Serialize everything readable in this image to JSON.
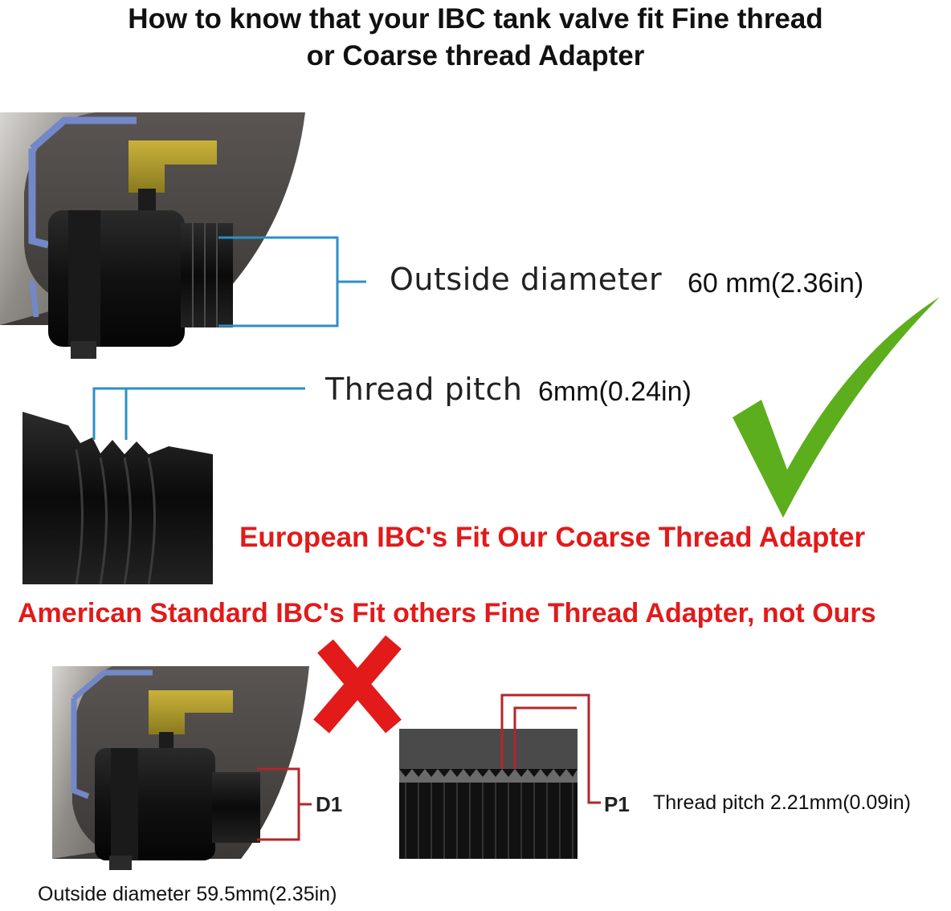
{
  "header": {
    "title_line1": "How to know that your IBC tank valve fit Fine thread",
    "title_line2": "or Coarse thread Adapter"
  },
  "coarse": {
    "outside_diameter_label": "Outside diameter",
    "outside_diameter_value": "60 mm(2.36in)",
    "thread_pitch_label": "Thread pitch",
    "thread_pitch_value": "6mm(0.24in)",
    "fit_statement": "European IBC's Fit Our Coarse Thread Adapter",
    "check_icon": "check-mark-icon",
    "check_color": "#5cae1c"
  },
  "fine": {
    "fit_statement": "American Standard IBC's Fit others Fine Thread Adapter, not Ours",
    "cross_icon": "cross-mark-icon",
    "cross_color": "#e21a1a",
    "d1_tag": "D1",
    "p1_tag": "P1",
    "thread_pitch_text": "Thread pitch 2.21mm(0.09in)",
    "outside_diameter_text": "Outside diameter 59.5mm(2.35in)"
  },
  "colors": {
    "measure_line_blue": "#2d8fc6",
    "measure_line_red": "#b3262a",
    "statement_red": "#e21a1a"
  }
}
